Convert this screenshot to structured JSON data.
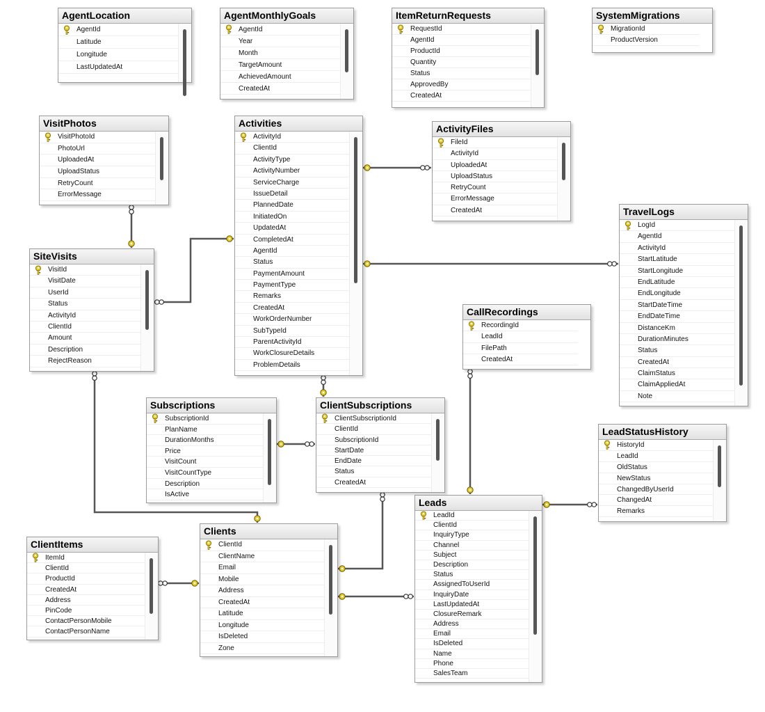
{
  "tables": [
    {
      "name": "AgentLocation",
      "pk": 0,
      "columns": [
        "AgentId",
        "Latitude",
        "Longitude",
        "LastUpdatedAt"
      ]
    },
    {
      "name": "AgentMonthlyGoals",
      "pk": 0,
      "columns": [
        "AgentId",
        "Year",
        "Month",
        "TargetAmount",
        "AchievedAmount",
        "CreatedAt"
      ]
    },
    {
      "name": "ItemReturnRequests",
      "pk": 0,
      "columns": [
        "RequestId",
        "AgentId",
        "ProductId",
        "Quantity",
        "Status",
        "ApprovedBy",
        "CreatedAt"
      ]
    },
    {
      "name": "SystemMigrations",
      "pk": 0,
      "columns": [
        "MigrationId",
        "ProductVersion"
      ]
    },
    {
      "name": "VisitPhotos",
      "pk": 0,
      "columns": [
        "VisitPhotoId",
        "PhotoUrl",
        "UploadedAt",
        "UploadStatus",
        "RetryCount",
        "ErrorMessage"
      ]
    },
    {
      "name": "Activities",
      "pk": 0,
      "columns": [
        "ActivityId",
        "ClientId",
        "ActivityType",
        "ActivityNumber",
        "ServiceCharge",
        "IssueDetail",
        "PlannedDate",
        "InitiatedOn",
        "UpdatedAt",
        "CompletedAt",
        "AgentId",
        "Status",
        "PaymentAmount",
        "PaymentType",
        "Remarks",
        "CreatedAt",
        "WorkOrderNumber",
        "SubTypeId",
        "ParentActivityId",
        "WorkClosureDetails",
        "ProblemDetails"
      ]
    },
    {
      "name": "ActivityFiles",
      "pk": 0,
      "columns": [
        "FileId",
        "ActivityId",
        "UploadedAt",
        "UploadStatus",
        "RetryCount",
        "ErrorMessage",
        "CreatedAt"
      ]
    },
    {
      "name": "TravelLogs",
      "pk": 0,
      "columns": [
        "LogId",
        "AgentId",
        "ActivityId",
        "StartLatitude",
        "StartLongitude",
        "EndLatitude",
        "EndLongitude",
        "StartDateTime",
        "EndDateTime",
        "DistanceKm",
        "DurationMinutes",
        "Status",
        "CreatedAt",
        "ClaimStatus",
        "ClaimAppliedAt",
        "Note"
      ]
    },
    {
      "name": "SiteVisits",
      "pk": 0,
      "columns": [
        "VisitId",
        "VisitDate",
        "UserId",
        "Status",
        "ActivityId",
        "ClientId",
        "Amount",
        "Description",
        "RejectReason"
      ]
    },
    {
      "name": "CallRecordings",
      "pk": 0,
      "columns": [
        "RecordingId",
        "LeadId",
        "FilePath",
        "CreatedAt"
      ]
    },
    {
      "name": "Subscriptions",
      "pk": 0,
      "columns": [
        "SubscriptionId",
        "PlanName",
        "DurationMonths",
        "Price",
        "VisitCount",
        "VisitCountType",
        "Description",
        "IsActive"
      ]
    },
    {
      "name": "ClientSubscriptions",
      "pk": 0,
      "columns": [
        "ClientSubscriptionId",
        "ClientId",
        "SubscriptionId",
        "StartDate",
        "EndDate",
        "Status",
        "CreatedAt"
      ]
    },
    {
      "name": "LeadStatusHistory",
      "pk": 0,
      "columns": [
        "HistoryId",
        "LeadId",
        "OldStatus",
        "NewStatus",
        "ChangedByUserId",
        "ChangedAt",
        "Remarks"
      ]
    },
    {
      "name": "ClientItems",
      "pk": 0,
      "columns": [
        "ItemId",
        "ClientId",
        "ProductId",
        "CreatedAt",
        "Address",
        "PinCode",
        "ContactPersonMobile",
        "ContactPersonName"
      ]
    },
    {
      "name": "Clients",
      "pk": 0,
      "columns": [
        "ClientId",
        "ClientName",
        "Email",
        "Mobile",
        "Address",
        "CreatedAt",
        "Latitude",
        "Longitude",
        "IsDeleted",
        "Zone"
      ]
    },
    {
      "name": "Leads",
      "pk": 0,
      "columns": [
        "LeadId",
        "ClientId",
        "InquiryType",
        "Channel",
        "Subject",
        "Description",
        "Status",
        "AssignedToUserId",
        "InquiryDate",
        "LastUpdatedAt",
        "ClosureRemark",
        "Address",
        "Email",
        "IsDeleted",
        "Name",
        "Phone",
        "SalesTeam"
      ]
    }
  ],
  "relationships": [
    {
      "one": "Activities",
      "many": "ActivityFiles"
    },
    {
      "one": "Activities",
      "many": "TravelLogs"
    },
    {
      "one": "Activities",
      "many": "SiteVisits"
    },
    {
      "one": "SiteVisits",
      "many": "VisitPhotos"
    },
    {
      "one": "Activities",
      "many": "ClientSubscriptions"
    },
    {
      "one": "Subscriptions",
      "many": "ClientSubscriptions"
    },
    {
      "one": "Clients",
      "many": "SiteVisits"
    },
    {
      "one": "Clients",
      "many": "ClientSubscriptions"
    },
    {
      "one": "Clients",
      "many": "ClientItems"
    },
    {
      "one": "Clients",
      "many": "Leads"
    },
    {
      "one": "Leads",
      "many": "CallRecordings"
    },
    {
      "one": "Leads",
      "many": "LeadStatusHistory"
    }
  ],
  "colors": {
    "key_icon": "#e8cc2a",
    "connector": "#555555",
    "title_bg": "#e9e9e9"
  }
}
